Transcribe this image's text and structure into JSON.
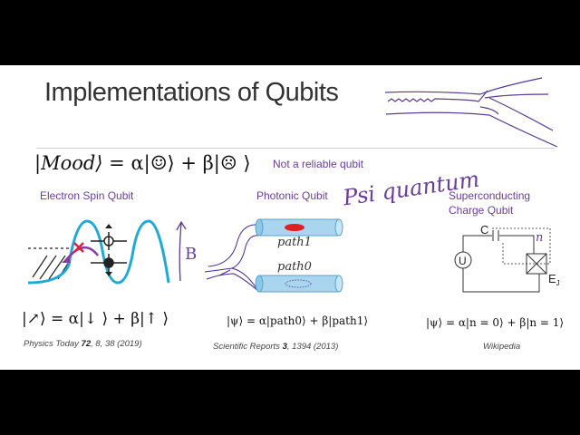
{
  "slide": {
    "title": "Implementations of Qubits",
    "mood_equation": {
      "lhs": "|Mood⟩",
      "rhs": " = α|☺⟩ + β|☹ ⟩"
    },
    "mood_note": "Not a reliable qubit",
    "handwritten_note": "Psi quantum",
    "magnetic_field_label": "B",
    "sections": [
      {
        "label": "Electron Spin Qubit",
        "equation": "|↗⟩ = α|↓ ⟩ + β|↑ ⟩",
        "citation_pre": "Physics Today ",
        "citation_vol": "72",
        "citation_post": ", 8, 38 (2019)"
      },
      {
        "label": "Photonic Qubit",
        "path1": "path1",
        "path0": "path0",
        "equation": "|ψ⟩ = α|path0⟩ + β|path1⟩",
        "citation_pre": "Scientific Reports ",
        "citation_vol": "3",
        "citation_post": ", 1394 (2013)"
      },
      {
        "label_line1": "Superconducting",
        "label_line2": "Charge Qubit",
        "circuit": {
          "capacitor": "C",
          "node": "n",
          "source": "U",
          "junction": "E",
          "junction_sub": "J"
        },
        "equation": "|ψ⟩ = α|n = 0⟩ + β|n = 1⟩",
        "citation": "Wikipedia"
      }
    ],
    "colors": {
      "accent": "#6a3d9a",
      "wave": "#1fa9d6",
      "tube": "#a9d6ee",
      "photon": "#e02020"
    }
  }
}
